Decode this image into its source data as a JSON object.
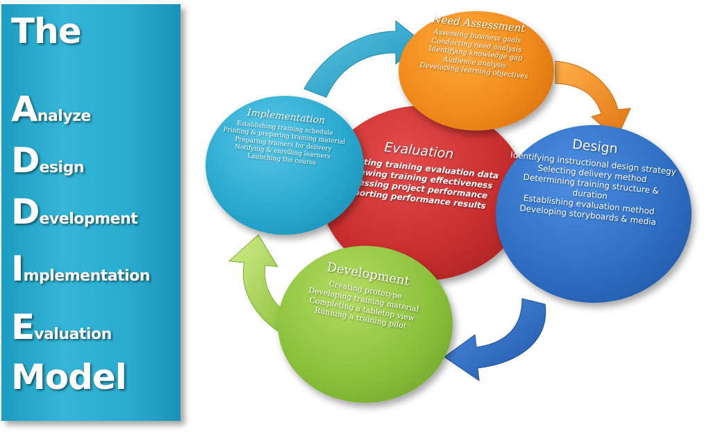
{
  "title_panel": {
    "line1": "The",
    "phases": [
      {
        "initial": "A",
        "rest": "nalyze"
      },
      {
        "initial": "D",
        "rest": "esign"
      },
      {
        "initial": "D",
        "rest": "evelopment"
      },
      {
        "initial": "I",
        "rest": "mplementation"
      },
      {
        "initial": "E",
        "rest": "valuation"
      }
    ],
    "last_line": "Model",
    "background_color": "#2aaccf"
  },
  "circles": {
    "need_assessment": {
      "title": "Need Assessment",
      "color": "#f08a1c",
      "items": [
        "Assessing business goals",
        "Conducting need analysis",
        "Identifying knowledge gap",
        "Audience analysis",
        "Developing learning objectives"
      ]
    },
    "design": {
      "title": "Design",
      "color": "#2f6fc4",
      "items": [
        "Identifying instructional design strategy",
        "Selecting delivery method",
        "Determining training structure & duration",
        "Establishing evaluation method",
        "Developing storyboards & media"
      ]
    },
    "development": {
      "title": "Development",
      "color": "#8cc13d",
      "items": [
        "Creating prototype",
        "Developing training material",
        "Completing a tabletop view",
        "Running a training pilot"
      ]
    },
    "implementation": {
      "title": "Implementation",
      "color": "#2aa9cf",
      "items": [
        "Establishing training schedule",
        "Printing & preparing training material",
        "Preparing trainers for delivery",
        "Notifying & enrolling learners",
        "Launching the course"
      ]
    },
    "evaluation": {
      "title": "Evaluation",
      "color": "#c92f2f",
      "items": [
        "Collecting  training evaluation data",
        "Reviewing training effectiveness",
        "Assessing project performance",
        "Reporting performance results"
      ]
    }
  },
  "arrow_colors": {
    "top_left": "#2aa9cf",
    "top_right": "#f08a1c",
    "bottom_right": "#2f6fc4",
    "left": "#8cc13d"
  }
}
